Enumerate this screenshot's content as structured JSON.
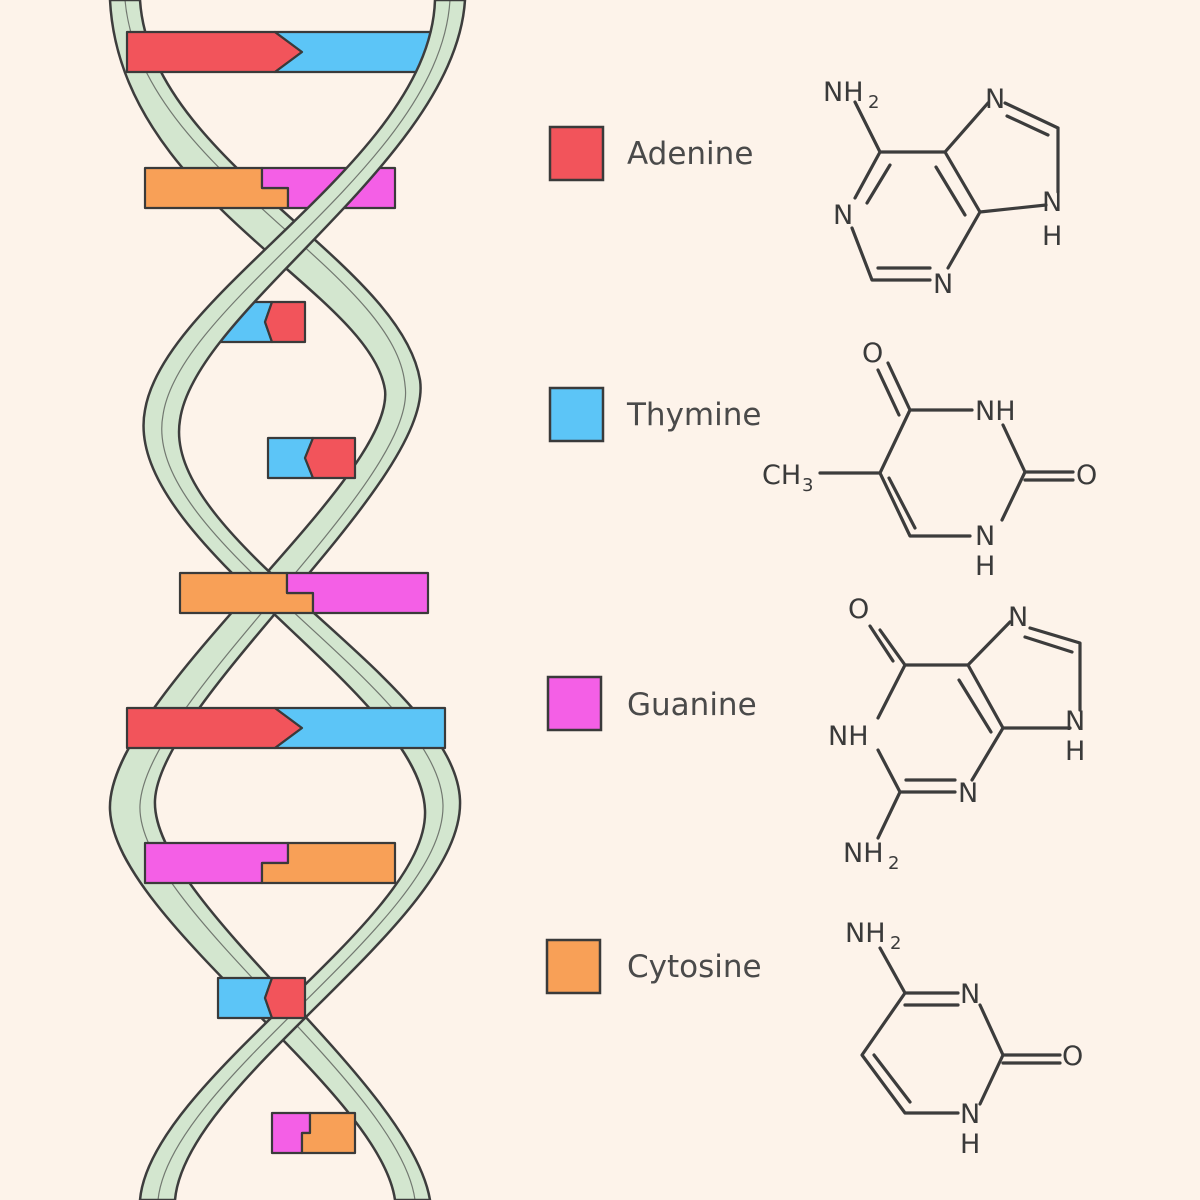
{
  "colors": {
    "background": "#fdf3ea",
    "strand": "#d3e6cf",
    "outline": "#3d3d3d",
    "adenine": "#f2545b",
    "thymine": "#5cc5f7",
    "guanine": "#f45fe6",
    "cytosine": "#f8a057"
  },
  "legend": [
    {
      "name": "Adenine",
      "color": "#f2545b"
    },
    {
      "name": "Thymine",
      "color": "#5cc5f7"
    },
    {
      "name": "Guanine",
      "color": "#f45fe6"
    },
    {
      "name": "Cytosine",
      "color": "#f8a057"
    }
  ],
  "helix": {
    "base_pairs": [
      {
        "left": "adenine",
        "right": "thymine"
      },
      {
        "left": "cytosine",
        "right": "guanine"
      },
      {
        "left": "thymine",
        "right": "adenine"
      },
      {
        "left": "thymine",
        "right": "adenine"
      },
      {
        "left": "cytosine",
        "right": "guanine"
      },
      {
        "left": "adenine",
        "right": "thymine"
      },
      {
        "left": "guanine",
        "right": "cytosine"
      },
      {
        "left": "thymine",
        "right": "adenine"
      },
      {
        "left": "guanine",
        "right": "cytosine"
      }
    ]
  },
  "structures": {
    "adenine": {
      "nh2": "NH",
      "nh2_sub": "2",
      "n1": "N",
      "n3": "N",
      "n7": "N",
      "n9": "N",
      "h9": "H"
    },
    "thymine": {
      "o4": "O",
      "nh3": "NH",
      "o2": "O",
      "n1": "N",
      "h1": "H",
      "ch3": "CH",
      "ch3_sub": "3"
    },
    "guanine": {
      "o6": "O",
      "nh1": "NH",
      "n3": "N",
      "n7": "N",
      "n9": "N",
      "h9": "H",
      "nh2": "NH",
      "nh2_sub": "2"
    },
    "cytosine": {
      "nh2": "NH",
      "nh2_sub": "2",
      "n3": "N",
      "o2": "O",
      "n1": "N",
      "h1": "H"
    }
  }
}
